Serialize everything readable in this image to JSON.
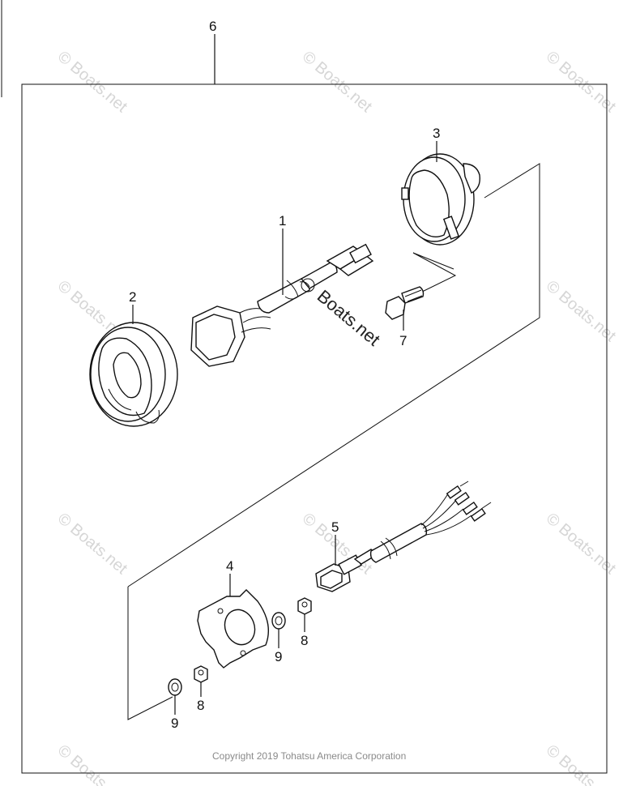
{
  "diagram": {
    "callouts": {
      "c1": "1",
      "c2": "2",
      "c3": "3",
      "c4": "4",
      "c5": "5",
      "c6": "6",
      "c7": "7",
      "c8a": "8",
      "c8b": "8",
      "c9a": "9",
      "c9b": "9"
    },
    "watermark": "© Boats.net",
    "center_watermark": "Boats.net",
    "copyright": "Copyright 2019 Tohatsu America Corporation"
  }
}
